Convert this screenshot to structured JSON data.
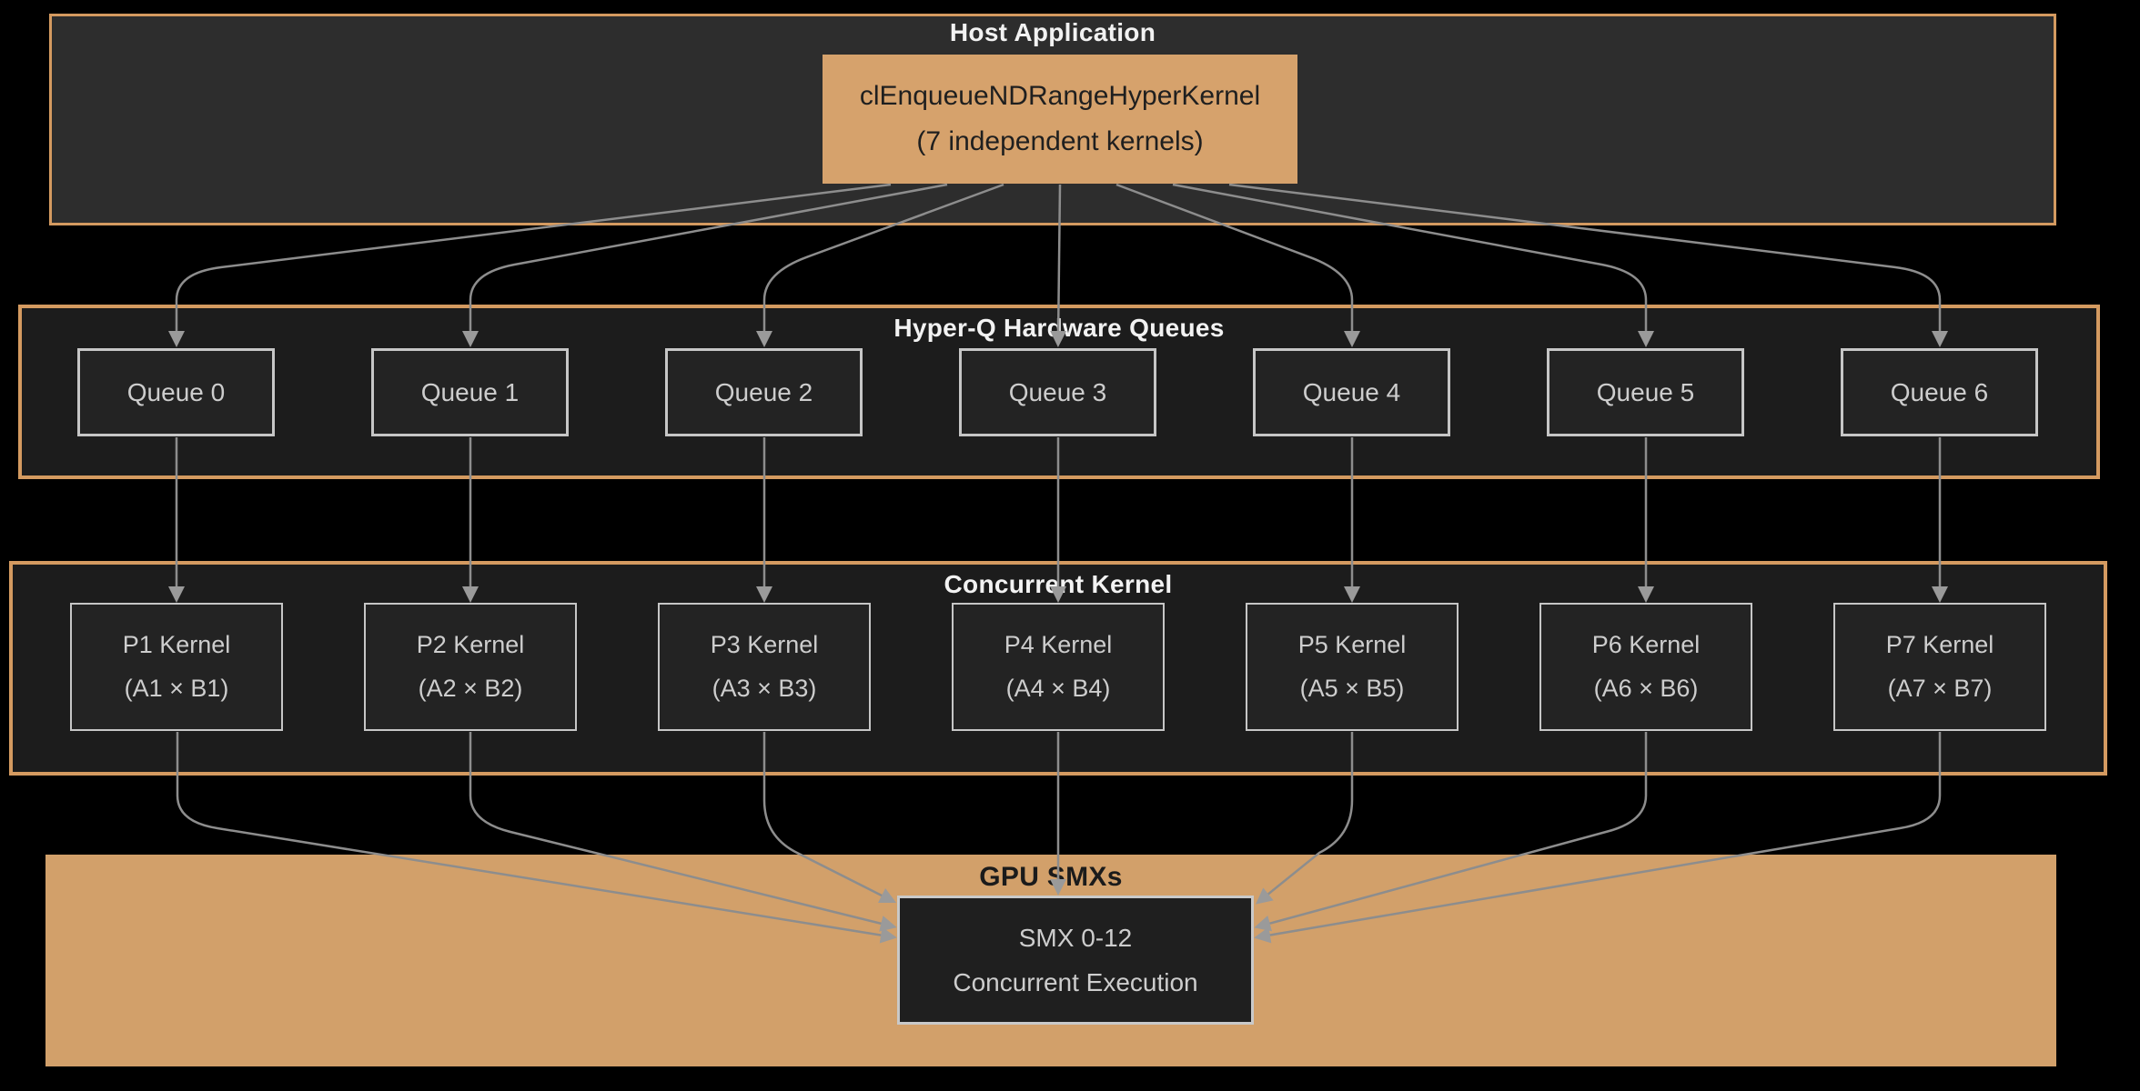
{
  "colors": {
    "background": "#000000",
    "panel-dark": "#2d2d2d",
    "panel-darker": "#1c1c1c",
    "accent-tan": "#d6a26c",
    "band-tan": "#d2a06a",
    "border-tan": "#d49a60",
    "node-fill": "#232323",
    "node-border": "#c6c6c6",
    "text-light": "#f2f2f2",
    "text-node": "#cdcdcd",
    "text-dark": "#1f1f1f",
    "arrow": "#8d8d8d"
  },
  "host": {
    "title": "Host Application",
    "box": {
      "line1": "clEnqueueNDRangeHyperKernel",
      "line2": "(7 independent kernels)"
    }
  },
  "queues": {
    "title": "Hyper-Q Hardware Queues",
    "items": [
      "Queue 0",
      "Queue 1",
      "Queue 2",
      "Queue 3",
      "Queue 4",
      "Queue 5",
      "Queue 6"
    ]
  },
  "kernels": {
    "title": "Concurrent Kernel",
    "items": [
      {
        "line1": "P1 Kernel",
        "line2": "(A1 × B1)"
      },
      {
        "line1": "P2 Kernel",
        "line2": "(A2 × B2)"
      },
      {
        "line1": "P3 Kernel",
        "line2": "(A3 × B3)"
      },
      {
        "line1": "P4 Kernel",
        "line2": "(A4 × B4)"
      },
      {
        "line1": "P5 Kernel",
        "line2": "(A5 × B5)"
      },
      {
        "line1": "P6 Kernel",
        "line2": "(A6 × B6)"
      },
      {
        "line1": "P7 Kernel",
        "line2": "(A7 × B7)"
      }
    ]
  },
  "gpu": {
    "title": "GPU SMXs",
    "box": {
      "line1": "SMX 0-12",
      "line2": "Concurrent Execution"
    }
  }
}
